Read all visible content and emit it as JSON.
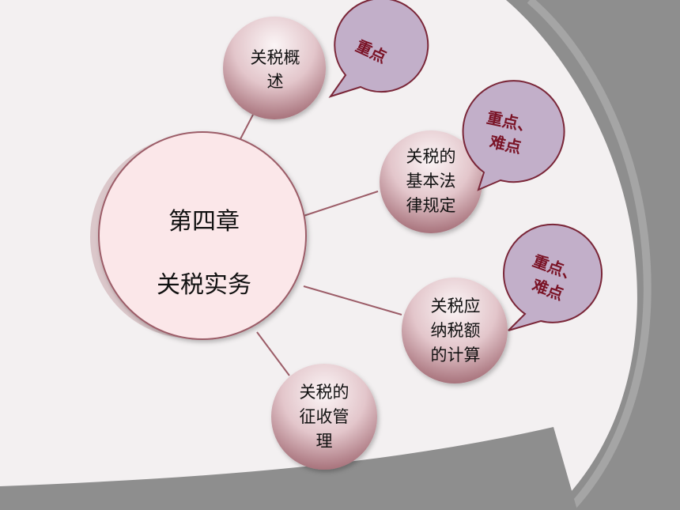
{
  "center": {
    "line1": "第四章",
    "line2": "关税实务"
  },
  "topics": [
    {
      "id": "overview",
      "lines": [
        "关税概",
        "述"
      ]
    },
    {
      "id": "basic-law",
      "lines": [
        "关税的",
        "基本法",
        "律规定"
      ]
    },
    {
      "id": "calculation",
      "lines": [
        "关税应",
        "纳税额",
        "的计算"
      ]
    },
    {
      "id": "administration",
      "lines": [
        "关税的",
        "征收管",
        "理"
      ]
    }
  ],
  "callouts": [
    {
      "id": "overview",
      "lines": [
        "重点"
      ]
    },
    {
      "id": "basic-law",
      "lines": [
        "重点、",
        "难点"
      ]
    },
    {
      "id": "calculation",
      "lines": [
        "重点、",
        "难点"
      ]
    }
  ],
  "colors": {
    "background": "#f3f0f1",
    "corner_band": "#8e8e8e",
    "center_fill": "#fbe7e9",
    "center_stroke": "#9c5d68",
    "topic_light": "#fbf5f6",
    "topic_dark": "#a8737c",
    "callout_fill": "#c2afc9",
    "callout_stroke": "#7a2638",
    "callout_text": "#7a1326",
    "connector": "#9c5d68"
  }
}
